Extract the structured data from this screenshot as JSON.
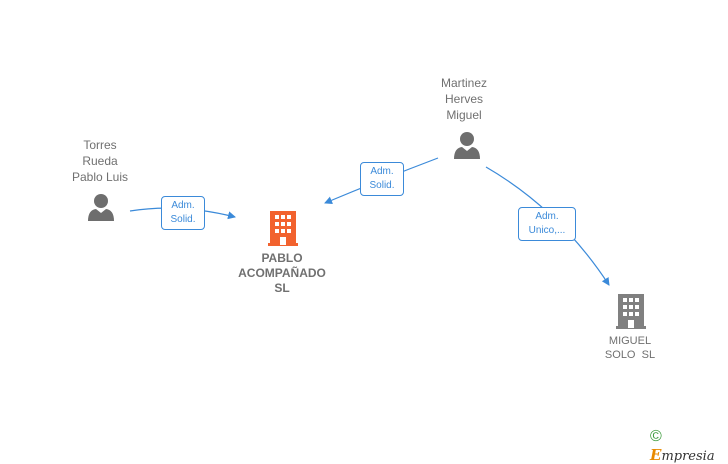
{
  "persons": [
    {
      "id": "torres",
      "lines": [
        "Torres",
        "Rueda",
        "Pablo Luis"
      ]
    },
    {
      "id": "martinez",
      "lines": [
        "Martinez",
        "Herves",
        "Miguel"
      ]
    }
  ],
  "companies": [
    {
      "id": "pablo",
      "lines": [
        "PABLO",
        "ACOMPAÑADO",
        "SL"
      ],
      "color": "#f2622e"
    },
    {
      "id": "miguel",
      "lines": [
        "MIGUEL",
        "SOLO  SL"
      ],
      "color": "#808080"
    }
  ],
  "edges": [
    {
      "id": "e1",
      "label": [
        "Adm.",
        "Solid."
      ]
    },
    {
      "id": "e2",
      "label": [
        "Adm.",
        "Solid."
      ]
    },
    {
      "id": "e3",
      "label": [
        "Adm.",
        "Unico,..."
      ]
    }
  ],
  "colors": {
    "edge": "#3b8ad9",
    "person_icon": "#6e6e6e"
  },
  "footer": {
    "copyright": "©",
    "brand_initial": "E",
    "brand_rest": "mpresia"
  }
}
